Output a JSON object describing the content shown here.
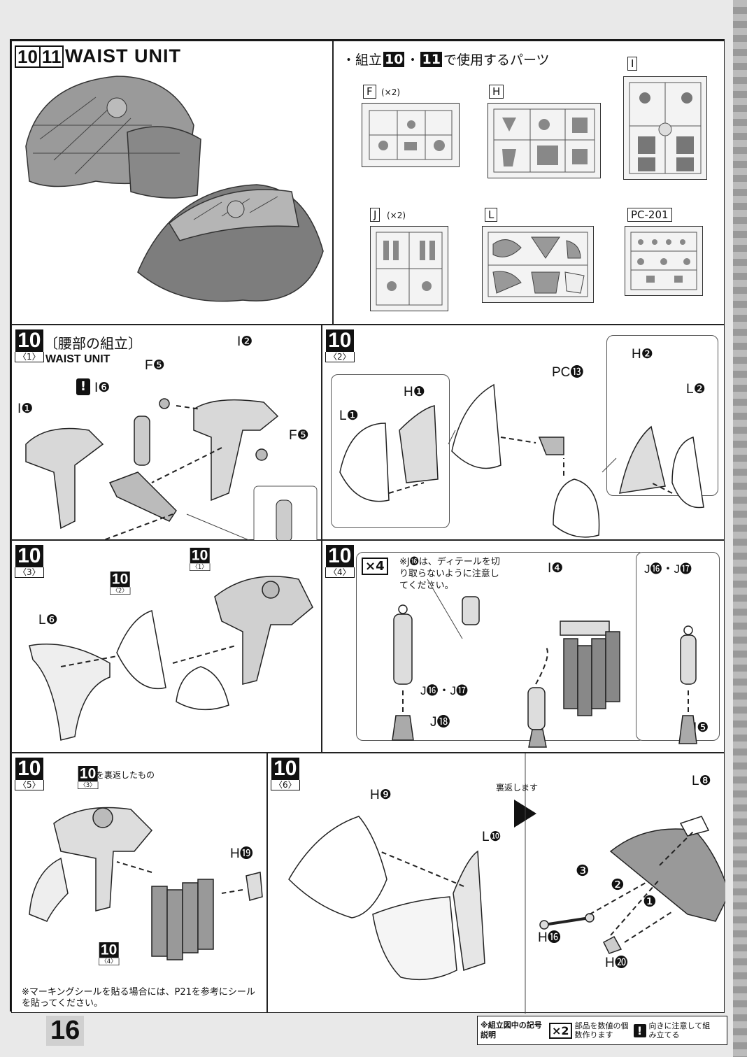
{
  "header": {
    "steps": [
      "10",
      "11"
    ],
    "title": "WAIST UNIT"
  },
  "parts_used": {
    "heading_prefix": "・組立",
    "heading_step1": "10",
    "heading_sep": "・",
    "heading_step2": "11",
    "heading_suffix": "で使用するパーツ",
    "sprues": [
      {
        "id": "F",
        "qty": "(×2)"
      },
      {
        "id": "H",
        "qty": ""
      },
      {
        "id": "I",
        "qty": ""
      },
      {
        "id": "J",
        "qty": "(×2)"
      },
      {
        "id": "L",
        "qty": ""
      },
      {
        "id": "PC-201",
        "qty": ""
      }
    ]
  },
  "step10_1": {
    "num": "10",
    "sub": "〈1〉",
    "title_jp": "〔腰部の組立〕",
    "title_en": "WAIST UNIT",
    "labels": [
      "I❷",
      "F❺",
      "I❻",
      "I❶",
      "F❺"
    ]
  },
  "step10_2": {
    "num": "10",
    "sub": "〈2〉",
    "labels": [
      "H❷",
      "PC⓭",
      "H❶",
      "L❶",
      "L❷"
    ]
  },
  "step10_3": {
    "num": "10",
    "sub": "〈3〉",
    "labels": [
      "L❻"
    ],
    "refs": [
      {
        "n": "10",
        "s": "〈2〉"
      },
      {
        "n": "10",
        "s": "〈1〉"
      }
    ]
  },
  "step10_4": {
    "num": "10",
    "sub": "〈4〉",
    "multiplier": "×4",
    "note": "※J⓰は、ディテールを切り取らないように注意してください。",
    "labels": [
      "I❹",
      "J⓰・J⓱",
      "J⓰・J⓱",
      "J⓲",
      "I❺"
    ]
  },
  "step10_5": {
    "num": "10",
    "sub": "〈5〉",
    "ref_top": {
      "n": "10",
      "s": "〈3〉"
    },
    "ref_top_text": "を裏返したもの",
    "ref_bottom": {
      "n": "10",
      "s": "〈4〉"
    },
    "labels": [
      "H⓳"
    ],
    "note": "※マーキングシールを貼る場合には、P21を参考にシールを貼ってください。"
  },
  "step10_6": {
    "num": "10",
    "sub": "〈6〉",
    "flip_text": "裏返します",
    "labels": [
      "H❾",
      "L❿",
      "L❽",
      "H⓰",
      "H⓴"
    ],
    "order": [
      "❸",
      "❷",
      "❶"
    ]
  },
  "footer": {
    "page_number": "16",
    "legend_title": "※組立図中の記号説明",
    "legend_x2_icon": "×2",
    "legend_x2_text": "部品を数値の個数作ります",
    "legend_warn_icon": "!",
    "legend_warn_text": "向きに注意して組み立てる"
  }
}
